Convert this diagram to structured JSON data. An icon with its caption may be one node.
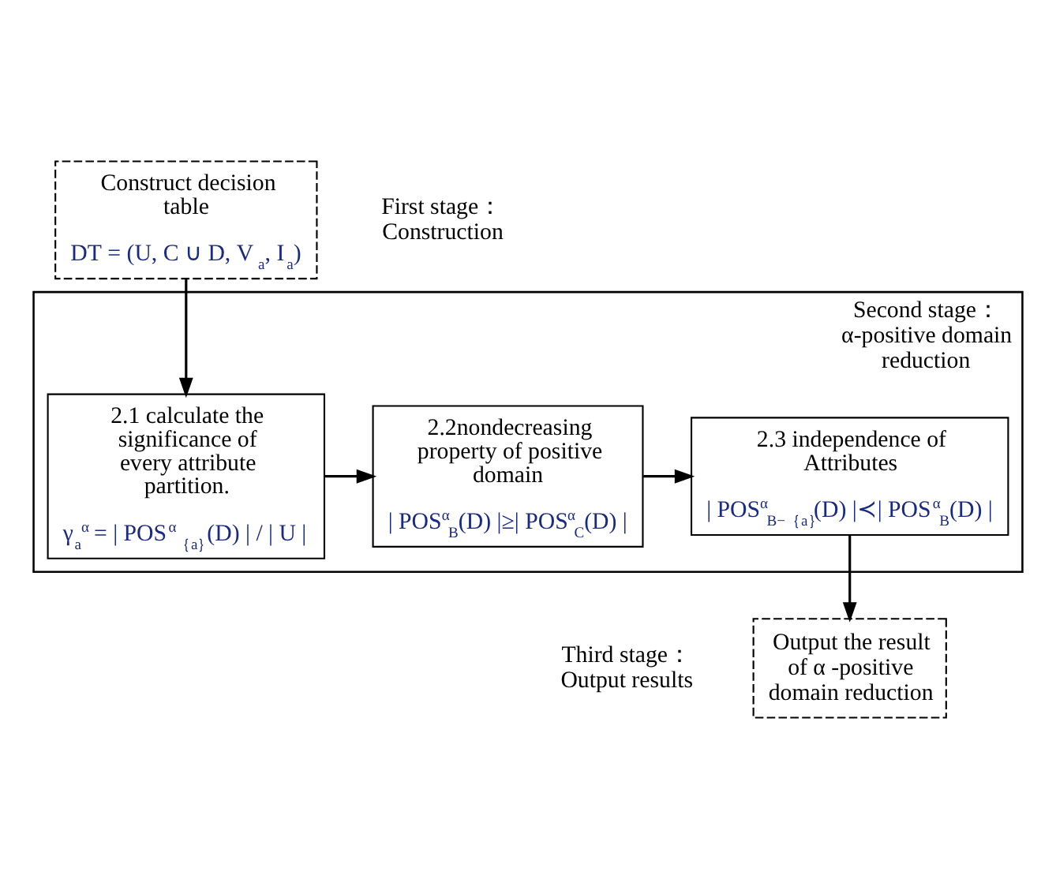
{
  "diagram": {
    "nodes": [
      {
        "text": [
          "Construct decision table",
          "DT = (U, C ∪ D, V$_{a}$, I$_{a}$)"
        ],
        "beside": [
          "First stage： Construction"
        ]
      },
      {
        "text": [
          "Second stage： α-positive domain reduction"
        ]
      },
      {
        "text": [
          "2.1 calculate the significance of every attribute partition.",
          "γ$_{a}$$^{α}$ = | POS$^{α}$$_{｛a｝}$(D) | / | U |"
        ],
        "in": 1
      },
      {
        "text": [
          "2.2nondecreasing property of positive domain",
          "| POS$^{α}$$_{B}$(D) |≥| POS$^{α}$$_{C}$(D) |"
        ],
        "in": 1
      },
      {
        "text": [
          "2.3 independence of Attributes",
          "| POS$^{α}$$_{B−｛a｝}$(D) |≺| POS$^{α}$$_{B}$(D) |"
        ],
        "in": 1
      },
      {
        "text": [
          "Output the result of α -positive domain reduction"
        ],
        "beside": [
          "Third stage： Output results"
        ]
      }
    ],
    "edges": [
      {
        "from": 0,
        "to": 2,
        "arrow": "to"
      },
      {
        "from": 2,
        "to": 3,
        "arrow": "to"
      },
      {
        "from": 3,
        "to": 4,
        "arrow": "to"
      },
      {
        "from": 4,
        "to": 5,
        "arrow": "to"
      }
    ]
  }
}
